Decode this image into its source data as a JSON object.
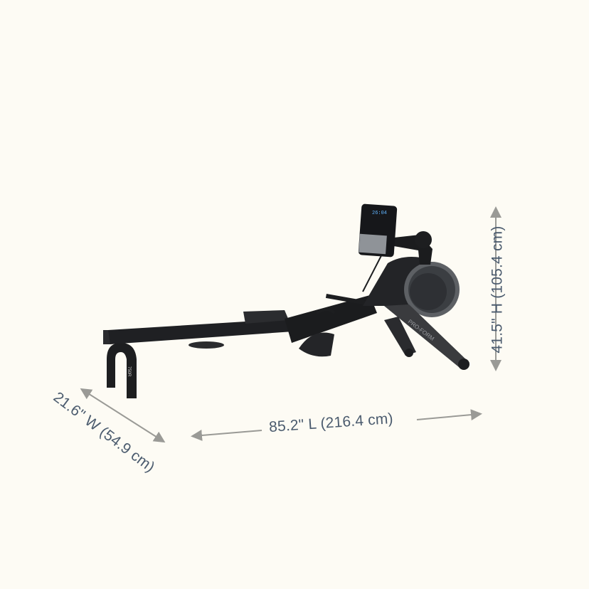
{
  "dimensions": {
    "width": "21.6\" W (54.9 cm)",
    "length": "85.2\" L (216.4 cm)",
    "height": "41.5\" H (105.4 cm)"
  },
  "product": {
    "brand_logo": "PRO-FORM",
    "model_logo": "750R",
    "console_display": "26:04"
  },
  "colors": {
    "background": "#fdfbf4",
    "annotation": "#4b5b6e",
    "arrow": "#9a9a96",
    "machine": "#1d1e20"
  }
}
